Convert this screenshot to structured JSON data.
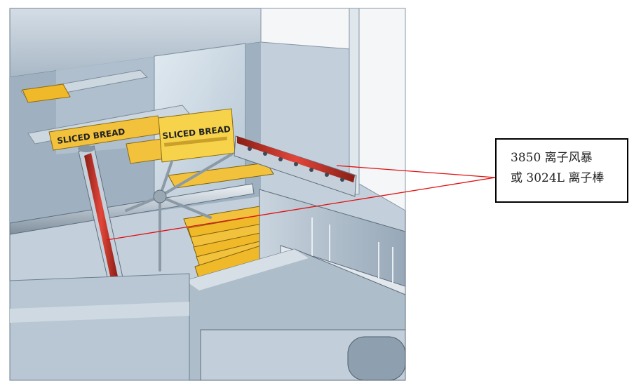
{
  "image": {
    "scene": "industrial-bread-bag-machine-illustration",
    "bag_label": "SLICED BREAD"
  },
  "callout": {
    "line1": "3850 离子风暴",
    "line2": "或 3024L 离子棒"
  },
  "colors": {
    "machine_metal": "#b9c7d4",
    "bar_red": "#d23a2c",
    "bag_yellow": "#f0b929",
    "leader_line": "#e01010"
  }
}
